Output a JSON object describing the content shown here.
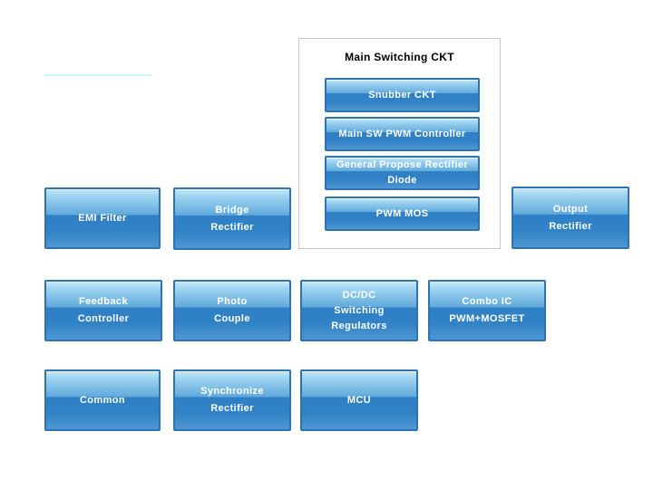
{
  "panel": {
    "title": "Main Switching CKT",
    "buttons": [
      {
        "lines": [
          "Snubber CKT"
        ]
      },
      {
        "lines": [
          "Main SW PWM Controller"
        ]
      },
      {
        "lines": [
          "General Propose Rectifier",
          "Diode"
        ]
      },
      {
        "lines": [
          "PWM MOS"
        ]
      }
    ]
  },
  "blocks": [
    {
      "name": "emi-filter",
      "lines": [
        "EMI Filter"
      ]
    },
    {
      "name": "bridge-rectifier",
      "lines": [
        "Bridge",
        "Rectifier"
      ]
    },
    {
      "name": "output-rectifier",
      "lines": [
        "Output",
        "Rectifier"
      ]
    },
    {
      "name": "feedback-controller",
      "lines": [
        "Feedback",
        "Controller"
      ]
    },
    {
      "name": "photo-couple",
      "lines": [
        "Photo",
        "Couple"
      ]
    },
    {
      "name": "dcdc-switching-regulators",
      "lines": [
        "DC/DC",
        "Switching",
        "Regulators"
      ]
    },
    {
      "name": "combo-ic-pwm-mosfet",
      "lines": [
        "Combo IC",
        "PWM+MOSFET"
      ]
    },
    {
      "name": "common",
      "lines": [
        "Common"
      ]
    },
    {
      "name": "synchronize-rectifier",
      "lines": [
        "Synchronize",
        "Rectifier"
      ]
    },
    {
      "name": "mcu",
      "lines": [
        "MCU"
      ]
    }
  ],
  "colors": {
    "background": "#ffffff",
    "button_border": "#2f72b0",
    "button_gradient_top": "#c7e7f9",
    "button_gradient_mid_light": "#60a9dc",
    "button_gradient_mid_dark": "#2e7fc3",
    "button_gradient_bottom": "#4e97d3",
    "button_text": "#ffffff",
    "panel_border": "#c9c9c9",
    "panel_title_text": "#000000",
    "faint_line": "#cdf3f8"
  }
}
